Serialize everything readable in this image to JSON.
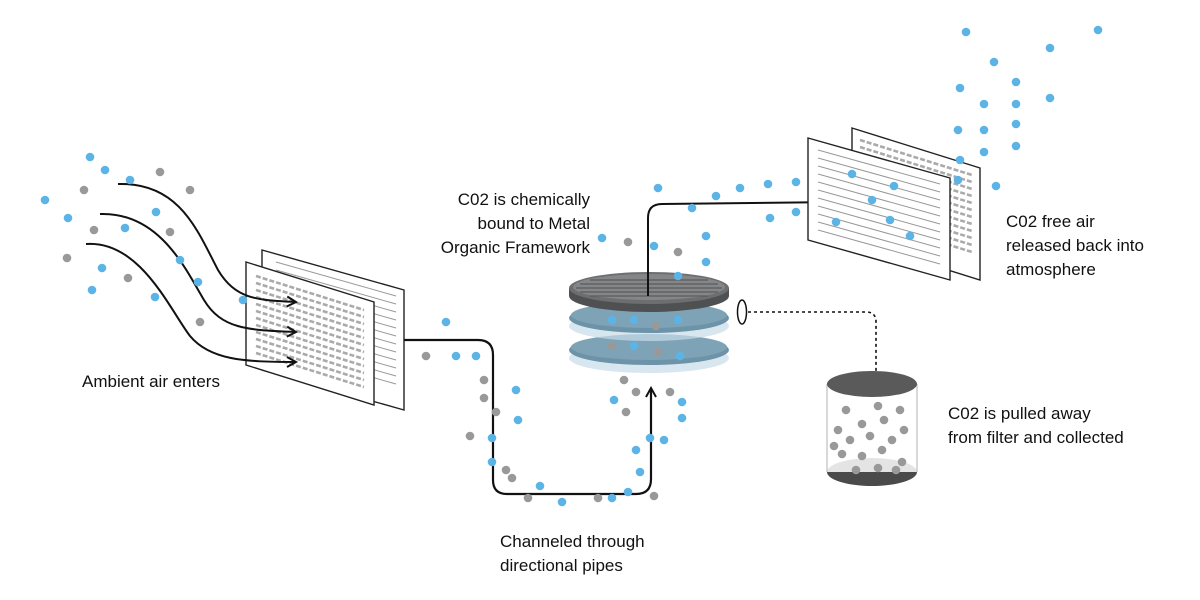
{
  "labels": {
    "ambient": "Ambient air enters",
    "channeled": "Channeled through\ndirectional pipes",
    "bound": "C02 is chemically\nbound to Metal\nOrganic Framework",
    "released": "C02 free air\nreleased back into\natmosphere",
    "collected": "C02 is pulled away\nfrom filter and collected"
  },
  "colors": {
    "co2_particle": "#999999",
    "air_particle": "#5bb4e5",
    "line": "#111111",
    "filter_disc": "#6d6e70",
    "mof_disc": "#6d93a8",
    "collector_cap": "#5a5a5a"
  }
}
